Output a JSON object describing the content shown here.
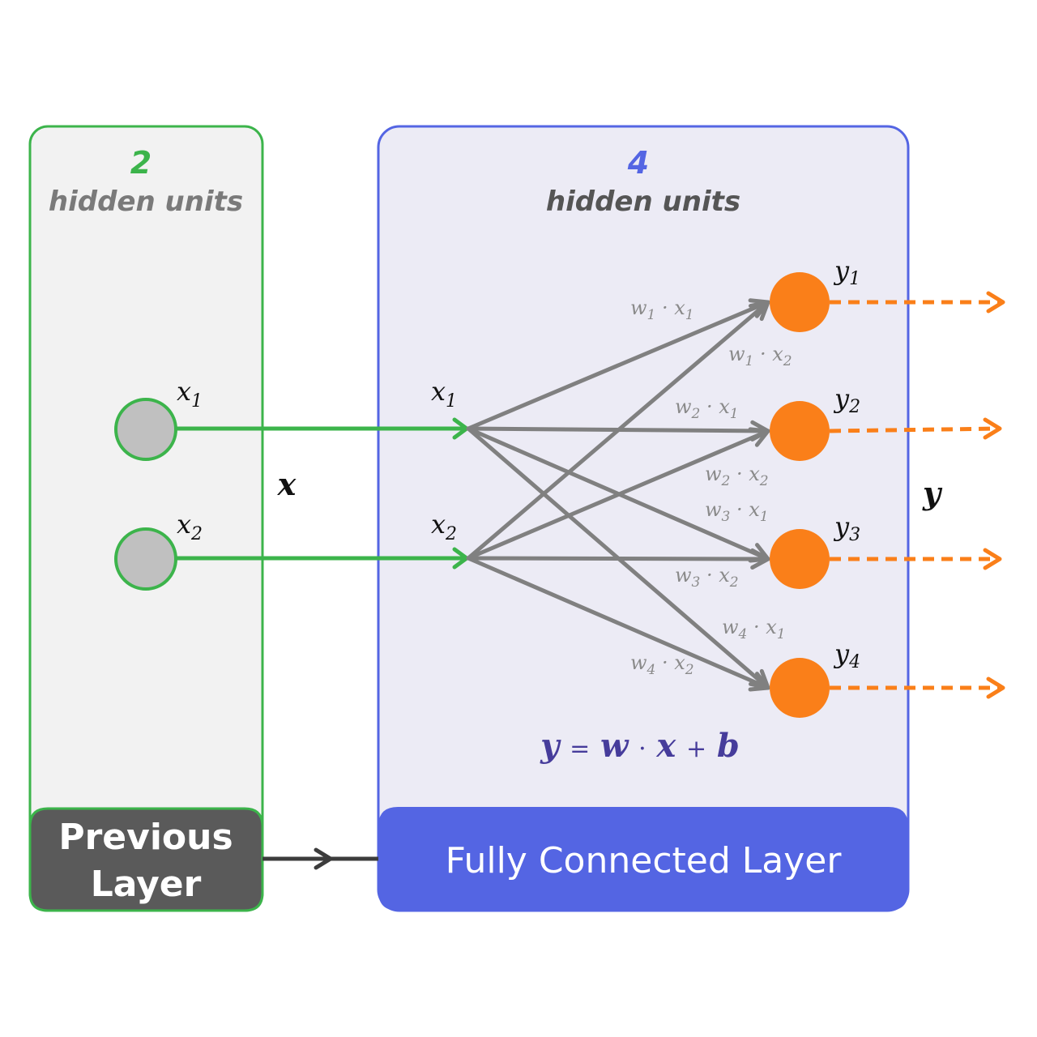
{
  "colors": {
    "green": "#3cb44b",
    "prev_panel_bg": "#f2f2f2",
    "prev_label_bg": "#5a5a5a",
    "blue": "#5465e3",
    "fc_panel_bg": "#ecebf5",
    "orange": "#fa7f19",
    "gray_edge": "#808080",
    "input_node_fill": "#c0c0c0",
    "formula": "#463c9b",
    "weight_label": "#8a8a8a",
    "dark_arrow": "#3c3c3c",
    "title_gray": "#7a7a7a",
    "title_dark": "#555555"
  },
  "previous_layer": {
    "count": "2",
    "units_label": "hidden units",
    "label_line1": "Previous",
    "label_line2": "Layer",
    "nodes": [
      {
        "name": "x",
        "sub": "1"
      },
      {
        "name": "x",
        "sub": "2"
      }
    ]
  },
  "fully_connected_layer": {
    "count": "4",
    "units_label": "hidden units",
    "label": "Fully Connected Layer",
    "inputs": [
      {
        "name": "x",
        "sub": "1"
      },
      {
        "name": "x",
        "sub": "2"
      }
    ],
    "outputs": [
      {
        "name": "y",
        "sub": "1"
      },
      {
        "name": "y",
        "sub": "2"
      },
      {
        "name": "y",
        "sub": "3"
      },
      {
        "name": "y",
        "sub": "4"
      }
    ],
    "weights": [
      {
        "w": "1",
        "x": "1"
      },
      {
        "w": "1",
        "x": "2"
      },
      {
        "w": "2",
        "x": "1"
      },
      {
        "w": "2",
        "x": "2"
      },
      {
        "w": "3",
        "x": "1"
      },
      {
        "w": "3",
        "x": "2"
      },
      {
        "w": "4",
        "x": "1"
      },
      {
        "w": "4",
        "x": "2"
      }
    ],
    "formula": {
      "y": "y",
      "eq": "=",
      "w": "w",
      "dot": "·",
      "x": "x",
      "plus": "+",
      "b": "b"
    }
  },
  "vector_labels": {
    "input": "x",
    "output": "y"
  }
}
